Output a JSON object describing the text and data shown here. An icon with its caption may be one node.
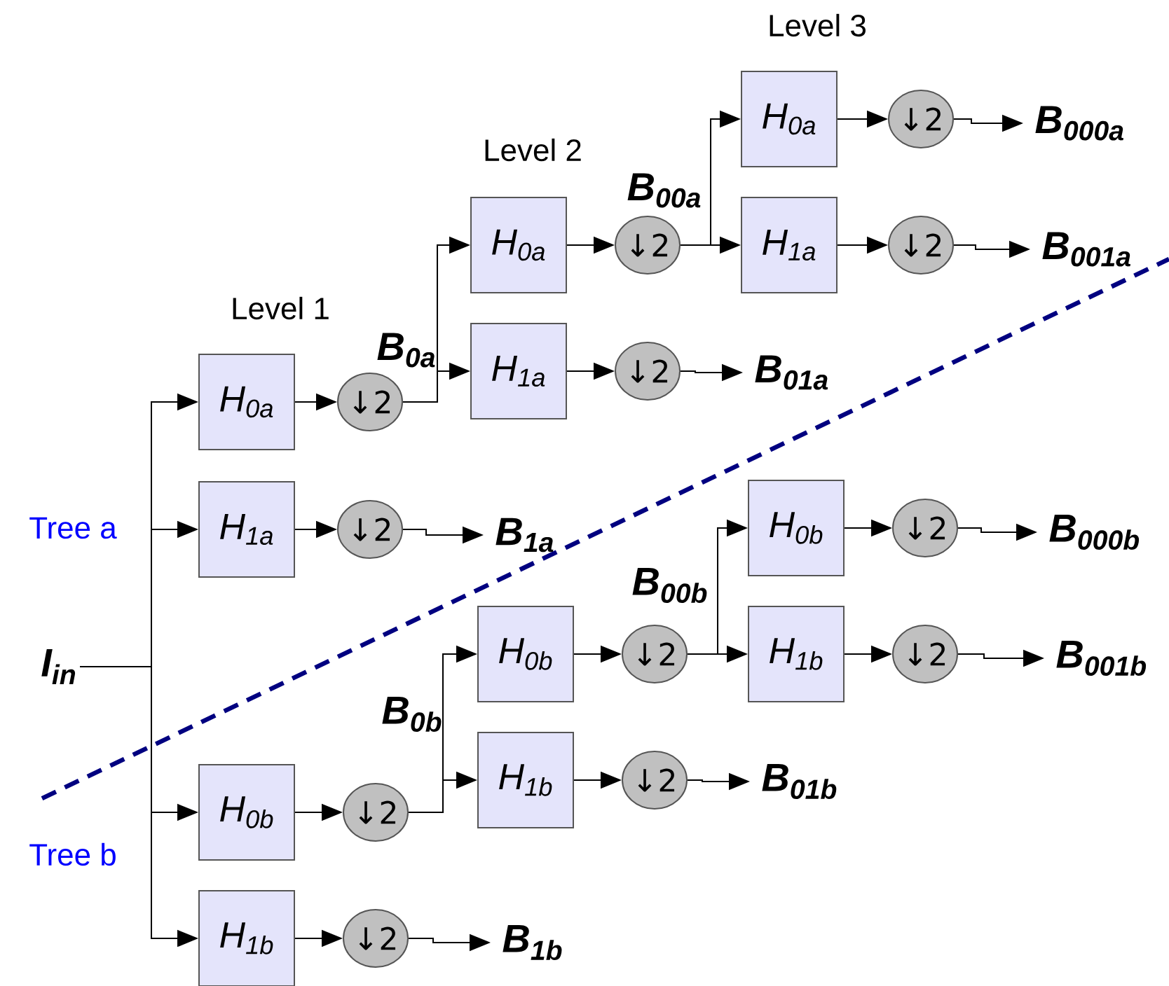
{
  "diagram": {
    "nodes": [
      {
        "text": [
          "I$_{in}$"
        ]
      },
      {
        "text": [
          "H$_{0a}$"
        ]
      },
      {
        "text": [
          "↓2"
        ]
      },
      {
        "text": [
          "H$_{1a}$"
        ]
      },
      {
        "text": [
          "↓2"
        ]
      },
      {
        "text": [
          "B$_{1a}$"
        ]
      },
      {
        "text": [
          "H$_{0a}$"
        ]
      },
      {
        "text": [
          "↓2"
        ]
      },
      {
        "text": [
          "H$_{1a}$"
        ]
      },
      {
        "text": [
          "↓2"
        ]
      },
      {
        "text": [
          "B$_{01a}$"
        ]
      },
      {
        "text": [
          "H$_{0a}$"
        ]
      },
      {
        "text": [
          "↓2"
        ]
      },
      {
        "text": [
          "B$_{000a}$"
        ]
      },
      {
        "text": [
          "H$_{1a}$"
        ]
      },
      {
        "text": [
          "↓2"
        ]
      },
      {
        "text": [
          "B$_{001a}$"
        ]
      },
      {
        "text": [
          "H$_{0b}$"
        ]
      },
      {
        "text": [
          "↓2"
        ]
      },
      {
        "text": [
          "H$_{1b}$"
        ]
      },
      {
        "text": [
          "↓2"
        ]
      },
      {
        "text": [
          "B$_{1b}$"
        ]
      },
      {
        "text": [
          "H$_{0b}$"
        ]
      },
      {
        "text": [
          "↓2"
        ]
      },
      {
        "text": [
          "H$_{1b}$"
        ]
      },
      {
        "text": [
          "↓2"
        ]
      },
      {
        "text": [
          "B$_{01b}$"
        ]
      },
      {
        "text": [
          "H$_{0b}$"
        ]
      },
      {
        "text": [
          "↓2"
        ]
      },
      {
        "text": [
          "B$_{000b}$"
        ]
      },
      {
        "text": [
          "H$_{1b}$"
        ]
      },
      {
        "text": [
          "↓2"
        ]
      },
      {
        "text": [
          "B$_{001b}$"
        ]
      }
    ],
    "edges": [
      {
        "from": 0,
        "to": 1,
        "arrow": "to"
      },
      {
        "from": 0,
        "to": 3,
        "arrow": "to"
      },
      {
        "from": 0,
        "to": 17,
        "arrow": "to"
      },
      {
        "from": 0,
        "to": 19,
        "arrow": "to"
      },
      {
        "from": 1,
        "to": 2,
        "arrow": "to"
      },
      {
        "from": 2,
        "to": 6,
        "arrow": "to"
      },
      {
        "from": 2,
        "to": 8,
        "arrow": "to"
      },
      {
        "from": 6,
        "to": 7,
        "arrow": "to"
      },
      {
        "from": 7,
        "to": 11,
        "arrow": "to"
      },
      {
        "from": 7,
        "to": 14,
        "arrow": "to"
      },
      {
        "from": 11,
        "to": 12,
        "arrow": "to"
      },
      {
        "from": 12,
        "to": 13,
        "arrow": "to"
      },
      {
        "from": 14,
        "to": 15,
        "arrow": "to"
      },
      {
        "from": 15,
        "to": 16,
        "arrow": "to"
      },
      {
        "from": 8,
        "to": 9,
        "arrow": "to"
      },
      {
        "from": 9,
        "to": 10,
        "arrow": "to"
      },
      {
        "from": 3,
        "to": 4,
        "arrow": "to"
      },
      {
        "from": 4,
        "to": 5,
        "arrow": "to"
      },
      {
        "from": 17,
        "to": 18,
        "arrow": "to"
      },
      {
        "from": 18,
        "to": 22,
        "arrow": "to"
      },
      {
        "from": 18,
        "to": 24,
        "arrow": "to"
      },
      {
        "from": 22,
        "to": 23,
        "arrow": "to"
      },
      {
        "from": 23,
        "to": 27,
        "arrow": "to"
      },
      {
        "from": 23,
        "to": 30,
        "arrow": "to"
      },
      {
        "from": 27,
        "to": 28,
        "arrow": "to"
      },
      {
        "from": 28,
        "to": 29,
        "arrow": "to"
      },
      {
        "from": 30,
        "to": 31,
        "arrow": "to"
      },
      {
        "from": 31,
        "to": 32,
        "arrow": "to"
      },
      {
        "from": 24,
        "to": 25,
        "arrow": "to"
      },
      {
        "from": 25,
        "to": 26,
        "arrow": "to"
      },
      {
        "from": 19,
        "to": 20,
        "arrow": "to"
      },
      {
        "from": 20,
        "to": 21,
        "arrow": "to"
      }
    ],
    "labels": [
      "Level 3",
      "Level 2",
      "B$_{00a}$",
      "Level 1",
      "B$_{0a}$",
      "Tree a",
      "B$_{00b}$",
      "B$_{0b}$",
      "Tree b"
    ]
  }
}
